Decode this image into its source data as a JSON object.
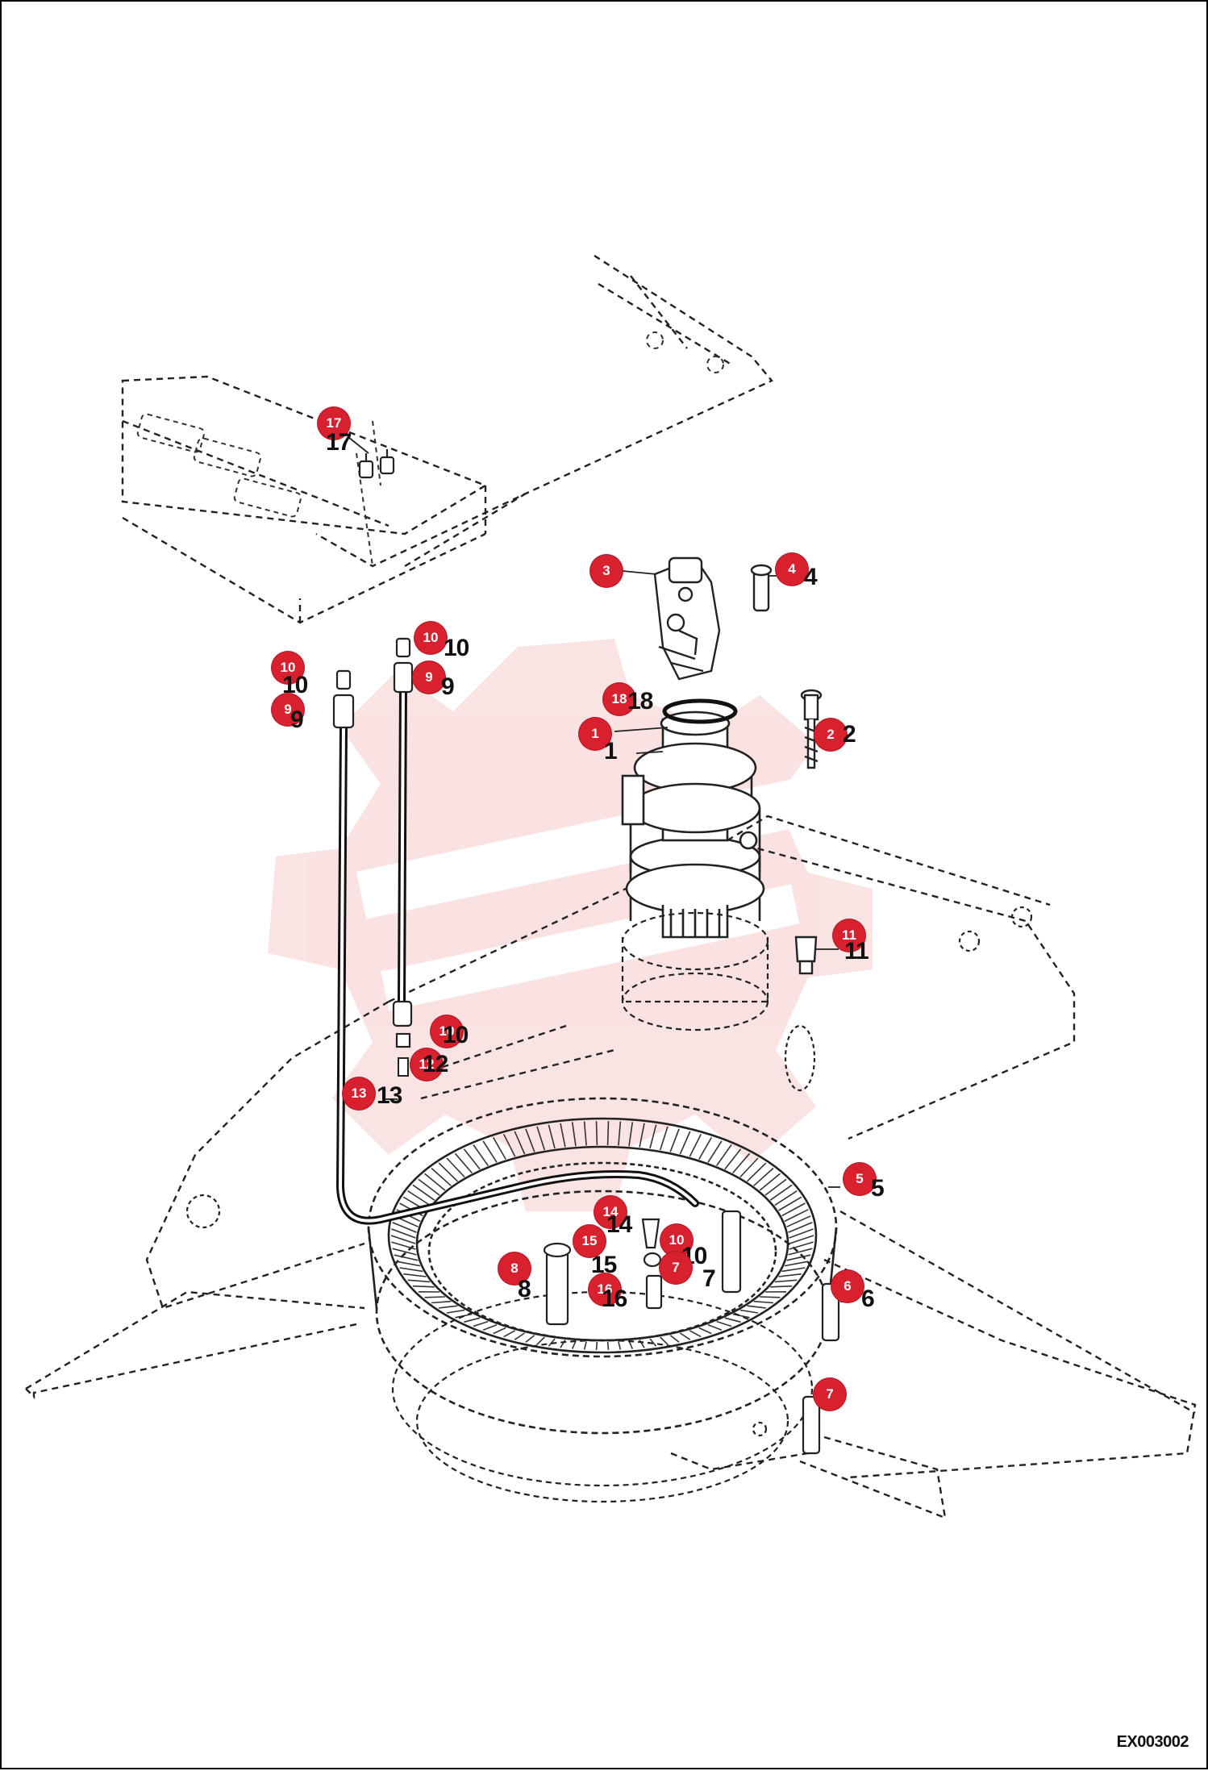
{
  "diagram_code": "EX003002",
  "callouts": [
    {
      "n": "17",
      "label": "17"
    },
    {
      "n": "3",
      "label": ""
    },
    {
      "n": "4",
      "label": "4"
    },
    {
      "n": "18",
      "label": "18"
    },
    {
      "n": "1",
      "label": "1"
    },
    {
      "n": "2",
      "label": "2"
    },
    {
      "n": "10",
      "label": "10"
    },
    {
      "n": "10",
      "label": "10"
    },
    {
      "n": "9",
      "label": "9"
    },
    {
      "n": "9",
      "label": "9"
    },
    {
      "n": "11",
      "label": "11"
    },
    {
      "n": "10",
      "label": "10"
    },
    {
      "n": "12",
      "label": "12"
    },
    {
      "n": "13",
      "label": "13"
    },
    {
      "n": "5",
      "label": "5"
    },
    {
      "n": "14",
      "label": "14"
    },
    {
      "n": "15",
      "label": "15"
    },
    {
      "n": "10",
      "label": "10"
    },
    {
      "n": "7",
      "label": "7"
    },
    {
      "n": "8",
      "label": "8"
    },
    {
      "n": "16",
      "label": "16"
    },
    {
      "n": "6",
      "label": "6"
    },
    {
      "n": "7",
      "label": ""
    }
  ],
  "colors": {
    "badge": "#d8202f",
    "line": "#222222",
    "hose": "#111111",
    "watermark": "#f4c6c6"
  }
}
